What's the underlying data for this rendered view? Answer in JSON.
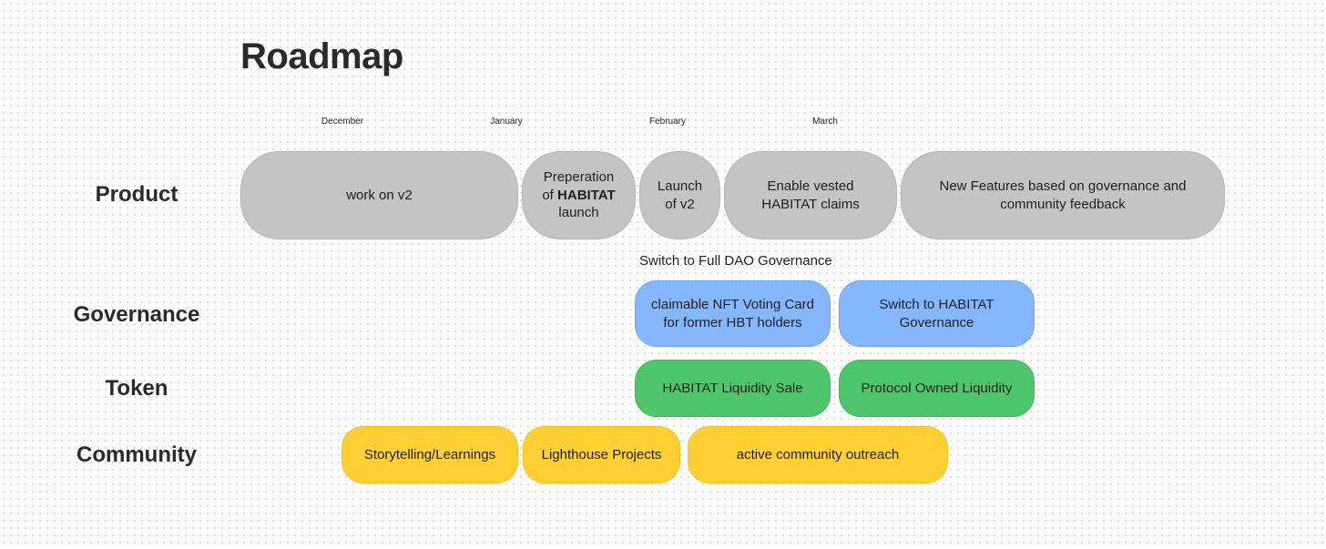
{
  "title": "Roadmap",
  "months": [
    "December",
    "January",
    "February",
    "March"
  ],
  "rows": {
    "product": "Product",
    "governance": "Governance",
    "token": "Token",
    "community": "Community"
  },
  "product_items": {
    "work_on_v2": "work on v2",
    "preparation_line1": "Preperation",
    "preparation_of": "of",
    "preparation_habitat": "HABITAT",
    "preparation_line3": "launch",
    "launch_v2_line1": "Launch",
    "launch_v2_line2": "of v2",
    "vested_claims_line1": "Enable vested",
    "vested_claims_line2": "HABITAT claims",
    "new_features_line1": "New Features based on governance and",
    "new_features_line2": "community feedback"
  },
  "governance_note": "Switch to Full DAO Governance",
  "governance_items": {
    "nft_voting_line1": "claimable NFT Voting Card",
    "nft_voting_line2": "for former HBT holders",
    "switch_habitat_line1": "Switch to HABITAT",
    "switch_habitat_line2": "Governance"
  },
  "token_items": {
    "liquidity_sale": "HABITAT Liquidity Sale",
    "protocol_owned": "Protocol Owned Liquidity"
  },
  "community_items": {
    "storytelling": "Storytelling/Learnings",
    "lighthouse": "Lighthouse Projects",
    "outreach": "active community outreach"
  },
  "colors": {
    "product": "#c4c4c4",
    "governance": "#85b7ff",
    "token": "#4ec76c",
    "community": "#ffcf33"
  }
}
